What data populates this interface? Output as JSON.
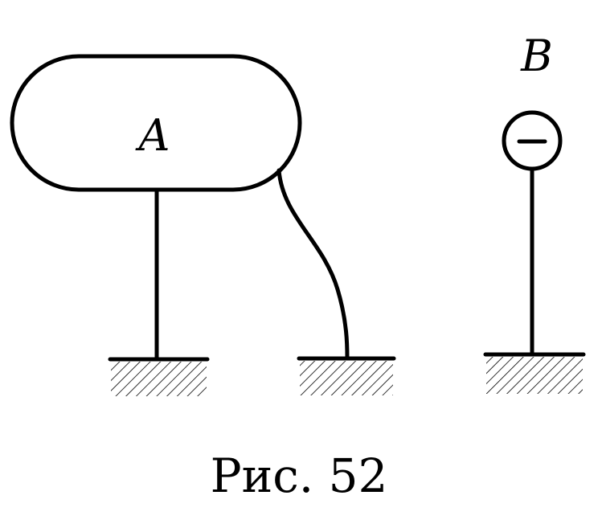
{
  "labels": {
    "body_a": "A",
    "body_b": "B",
    "charge_b": "−"
  },
  "caption": "Рис. 52",
  "colors": {
    "ink": "#000000",
    "paper": "#ffffff"
  }
}
